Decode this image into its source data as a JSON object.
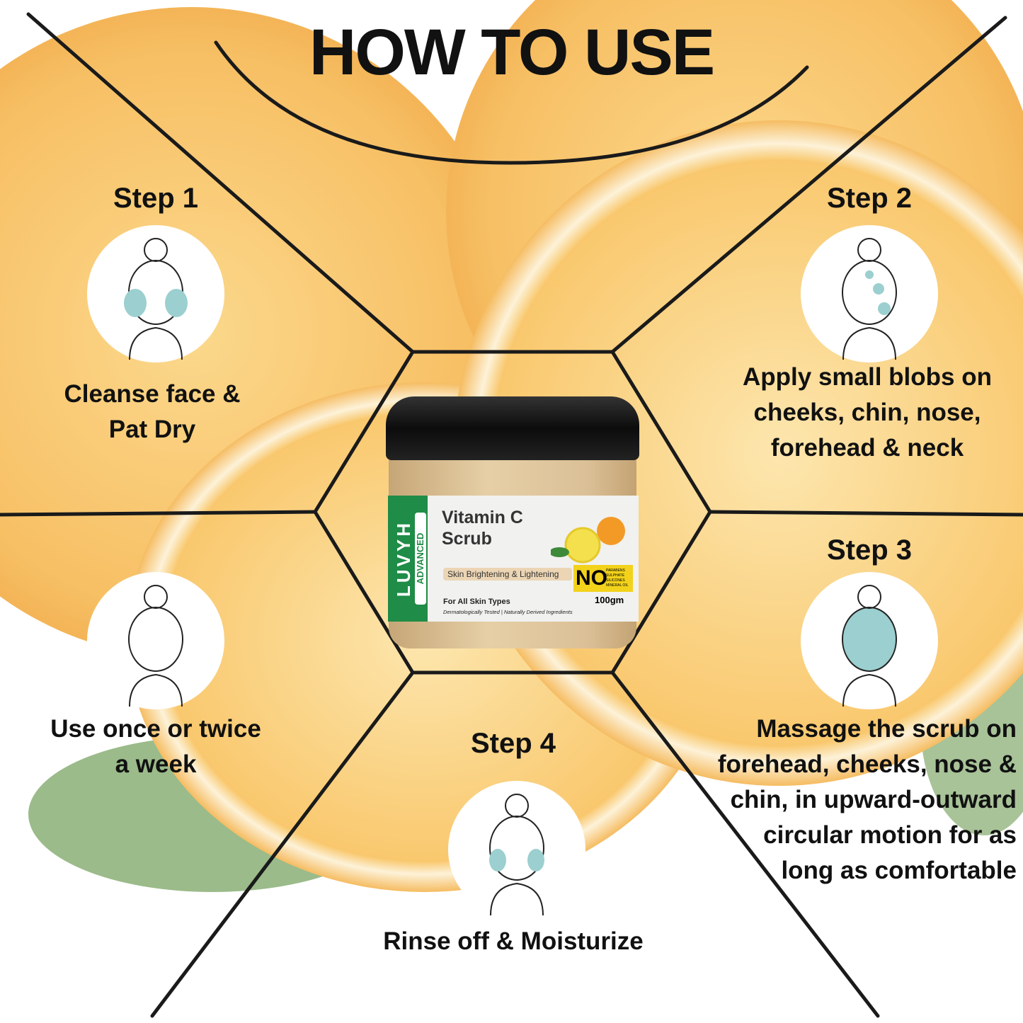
{
  "title": "HOW TO USE",
  "steps": [
    {
      "label": "Step 1",
      "description": "Cleanse face & Pat Dry"
    },
    {
      "label": "Step 2",
      "description": "Apply small blobs on cheeks, chin, nose, forehead & neck"
    },
    {
      "label": "Step 3",
      "description": "Massage the scrub on forehead, cheeks, nose & chin, in upward-outward circular motion for as long as comfortable"
    },
    {
      "label": "Step 4",
      "description": "Rinse off & Moisturize"
    }
  ],
  "frequency": "Use once or twice a week",
  "product": {
    "brand": "LUVYH",
    "line": "ADVANCED",
    "name": "Vitamin C Scrub",
    "benefit": "Skin Brightening & Lightening",
    "no_label": "NO",
    "free_from": [
      "PARABENS",
      "SULPHATE",
      "SILICONES",
      "MINERAL OIL"
    ],
    "skin_types": "For All Skin Types",
    "claims": "Dermatologically Tested | Naturally Derived Ingredients",
    "weight": "100gm"
  },
  "colors": {
    "orange": "#f6b54a",
    "green": "#1f8c47",
    "line": "#1a1a1a",
    "mask": "#9ccfcf"
  }
}
